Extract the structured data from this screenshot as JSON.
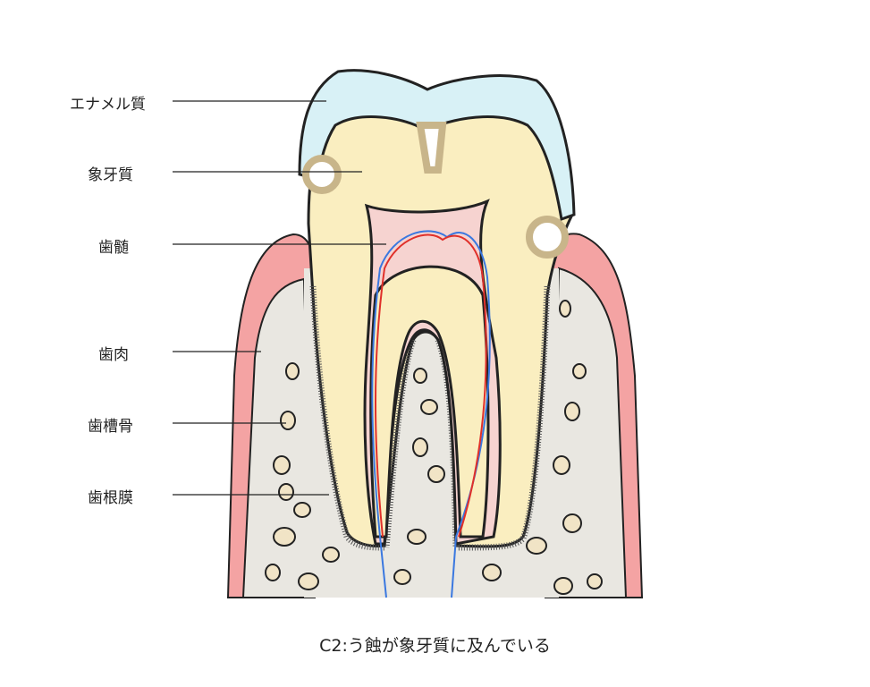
{
  "labels": {
    "enamel": "エナメル質",
    "dentin": "象牙質",
    "pulp": "歯髄",
    "gingiva": "歯肉",
    "alveolar_bone": "歯槽骨",
    "periodontal_ligament": "歯根膜"
  },
  "caption": "C2:う蝕が象牙質に及んでいる",
  "colors": {
    "enamel": "#d8f1f6",
    "dentin": "#faeec0",
    "pulp": "#f6d3d0",
    "gum": "#f29a9a",
    "bone": "#e9e7e1",
    "caries": "#c8b58a",
    "artery": "#e0302a",
    "vein": "#3a78e0"
  }
}
